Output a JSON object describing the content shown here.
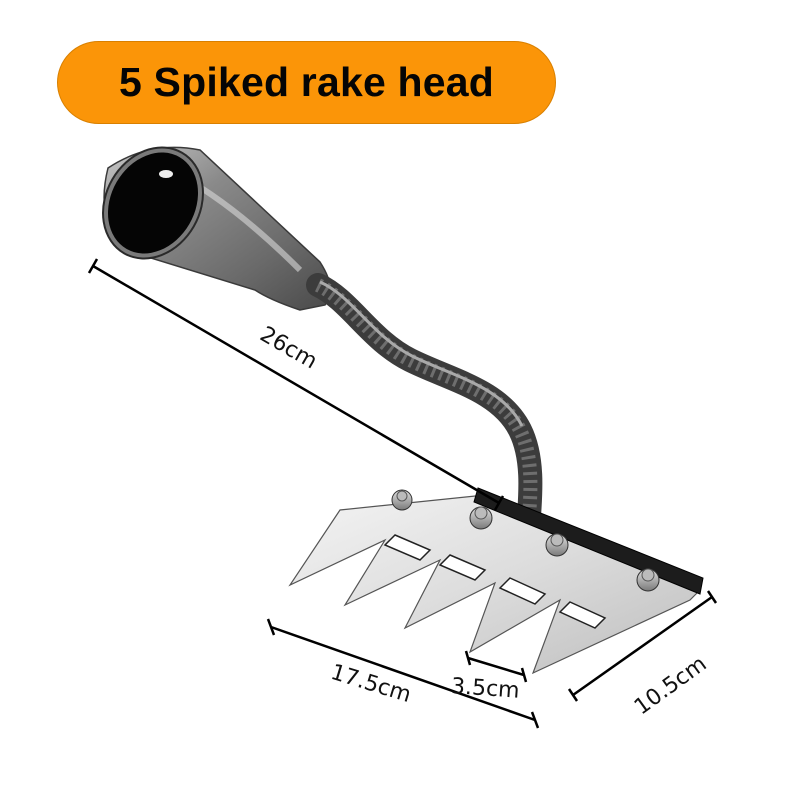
{
  "banner": {
    "title": "5 Spiked rake head",
    "color": "#fb9508"
  },
  "product": {
    "name": "rake head",
    "teeth_count": 5
  },
  "dimensions": {
    "length": "26cm",
    "width": "17.5cm",
    "tooth_spacing": "3.5cm",
    "depth": "10.5cm"
  }
}
